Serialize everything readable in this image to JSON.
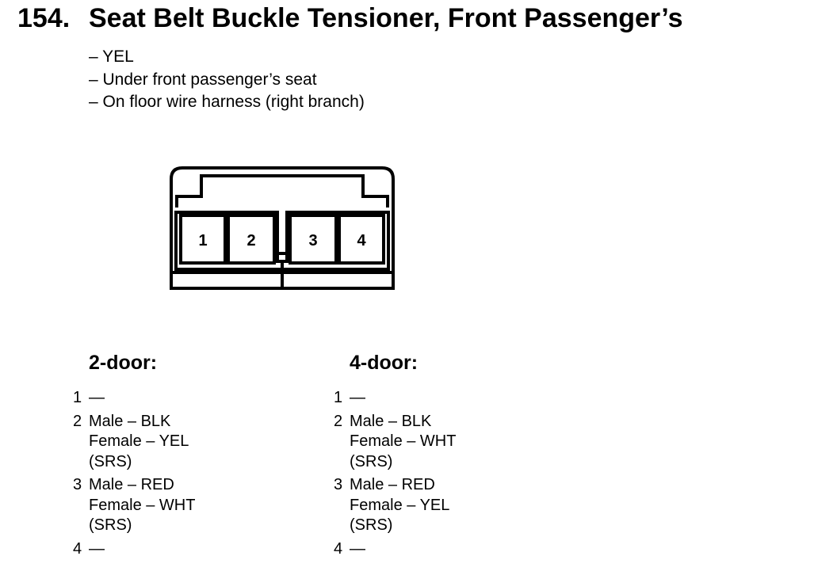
{
  "title": {
    "number": "154.",
    "text": "Seat Belt Buckle Tensioner, Front Passenger’s"
  },
  "description": [
    "– YEL",
    "– Under front passenger’s seat",
    "– On floor wire harness (right branch)"
  ],
  "connector": {
    "pins": [
      "1",
      "2",
      "3",
      "4"
    ]
  },
  "columns": [
    {
      "heading": "2-door:",
      "pins": [
        {
          "num": "1",
          "lines": [
            "—"
          ]
        },
        {
          "num": "2",
          "lines": [
            "Male – BLK",
            "Female – YEL",
            "(SRS)"
          ]
        },
        {
          "num": "3",
          "lines": [
            "Male – RED",
            "Female – WHT",
            "(SRS)"
          ]
        },
        {
          "num": "4",
          "lines": [
            "—"
          ]
        }
      ]
    },
    {
      "heading": "4-door:",
      "pins": [
        {
          "num": "1",
          "lines": [
            "—"
          ]
        },
        {
          "num": "2",
          "lines": [
            "Male – BLK",
            "Female – WHT",
            "(SRS)"
          ]
        },
        {
          "num": "3",
          "lines": [
            "Male – RED",
            "Female – YEL",
            "(SRS)"
          ]
        },
        {
          "num": "4",
          "lines": [
            "—"
          ]
        }
      ]
    }
  ]
}
